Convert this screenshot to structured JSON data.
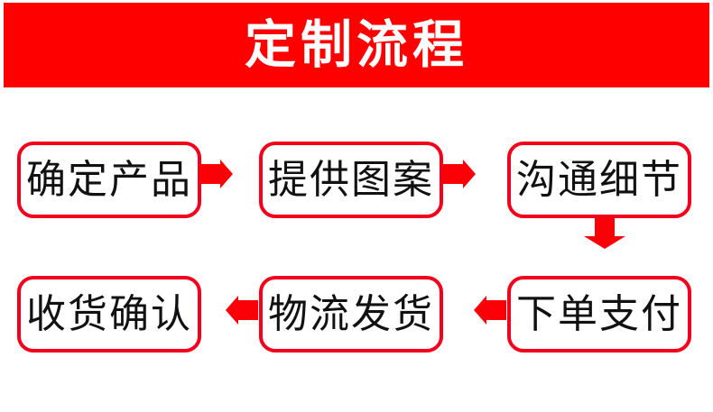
{
  "banner": {
    "title": "定制流程"
  },
  "flow": {
    "row1": [
      "确定产品",
      "提供图案",
      "沟通细节"
    ],
    "row1_arrow_direction": "right",
    "row2": [
      "收货确认",
      "物流发货",
      "下单支付"
    ],
    "row2_arrow_direction": "left",
    "sequence": [
      "确定产品",
      "提供图案",
      "沟通细节",
      "下单支付",
      "物流发货",
      "收货确认"
    ]
  },
  "colors": {
    "page_bg": "#ffffff",
    "banner_bg": "#fe0000",
    "banner_text": "#ffffff",
    "box_border": "#f3001d",
    "box_text": "#111111",
    "arrow": "#fb0006"
  }
}
